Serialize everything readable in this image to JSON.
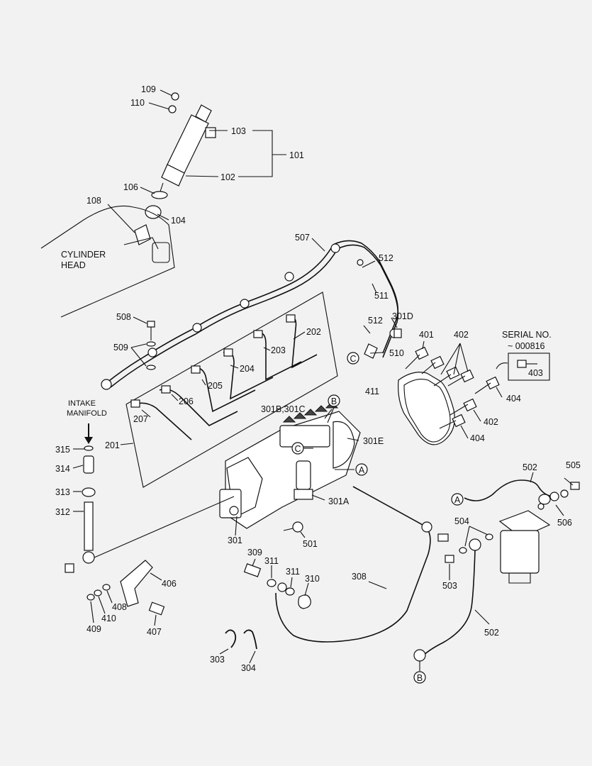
{
  "labels": {
    "cylinder_head_1": "CYLINDER",
    "cylinder_head_2": "HEAD",
    "intake_1": "INTAKE",
    "intake_2": "MANIFOLD",
    "serial_1": "SERIAL NO.",
    "serial_2": "~ 000816"
  },
  "callouts": {
    "p109": "109",
    "p110": "110",
    "p103": "103",
    "p101": "101",
    "p102": "102",
    "p106": "106",
    "p108": "108",
    "p104": "104",
    "p507": "507",
    "p512a": "512",
    "p511": "511",
    "p512b": "512",
    "p301D": "301D",
    "p510": "510",
    "p508": "508",
    "p509": "509",
    "p202": "202",
    "p203": "203",
    "p204": "204",
    "p205": "205",
    "p206": "206",
    "p207": "207",
    "p201": "201",
    "p401": "401",
    "p402a": "402",
    "p403": "403",
    "p411": "411",
    "p404a": "404",
    "p402b": "402",
    "p404b": "404",
    "p315": "315",
    "p314": "314",
    "p313": "313",
    "p312": "312",
    "p301BC": "301B,301C",
    "p301E": "301E",
    "p301A": "301A",
    "p501": "501",
    "p301": "301",
    "p502a": "502",
    "p505": "505",
    "p506": "506",
    "p504": "504",
    "p503": "503",
    "p502b": "502",
    "p406": "406",
    "p408": "408",
    "p410": "410",
    "p409": "409",
    "p407": "407",
    "p309": "309",
    "p311a": "311",
    "p311b": "311",
    "p310": "310",
    "p308": "308",
    "p303": "303",
    "p304": "304"
  },
  "refs": {
    "A": "A",
    "B": "B",
    "C": "C"
  }
}
